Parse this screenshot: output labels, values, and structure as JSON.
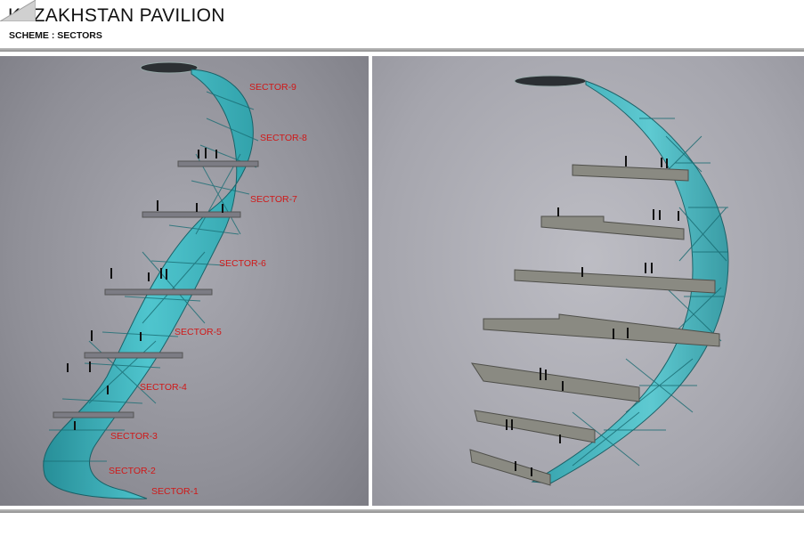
{
  "header": {
    "title": "KAZAKHSTAN PAVILION",
    "subtitle": "SCHEME : SECTORS"
  },
  "sectors": [
    "SECTOR-9",
    "SECTOR-8",
    "SECTOR-7",
    "SECTOR-6",
    "SECTOR-5",
    "SECTOR-4",
    "SECTOR-3",
    "SECTOR-2",
    "SECTOR-1"
  ],
  "colors": {
    "label": "#d01818",
    "glass": "#3fc3cc"
  }
}
